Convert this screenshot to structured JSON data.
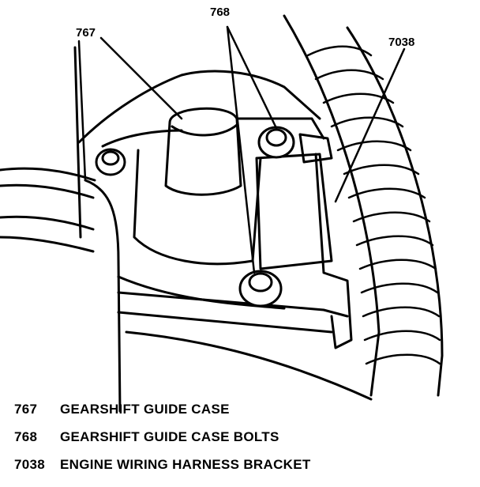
{
  "callouts": [
    {
      "code": "767"
    },
    {
      "code": "768"
    },
    {
      "code": "7038"
    }
  ],
  "legend": [
    {
      "code": "767",
      "text": "GEARSHIFT GUIDE CASE"
    },
    {
      "code": "768",
      "text": "GEARSHIFT GUIDE CASE BOLTS"
    },
    {
      "code": "7038",
      "text": "ENGINE WIRING HARNESS BRACKET"
    }
  ]
}
